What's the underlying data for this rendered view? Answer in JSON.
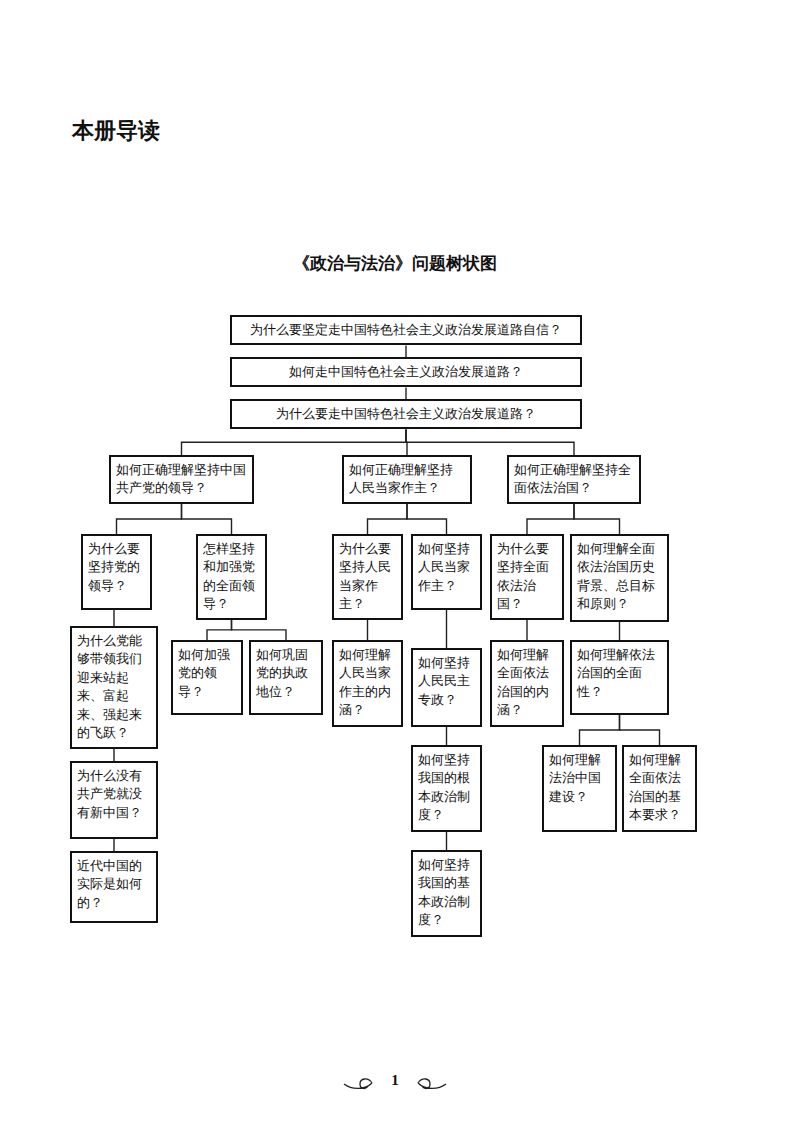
{
  "diagram": {
    "title": "《政治与法治》问题树状图",
    "nodes": [
      {
        "text": [
          "为什么要坚定走中国特色社会主义政治发展道路自信？"
        ]
      },
      {
        "text": [
          "如何走中国特色社会主义政治发展道路？"
        ]
      },
      {
        "text": [
          "为什么要走中国特色社会主义政治发展道路？"
        ]
      },
      {
        "text": [
          "如何正确理解坚持中国共产党的领导？"
        ]
      },
      {
        "text": [
          "如何正确理解坚持人民当家作主？"
        ]
      },
      {
        "text": [
          "如何正确理解坚持全面依法治国？"
        ]
      },
      {
        "text": [
          "为什么要坚持党的领导？"
        ]
      },
      {
        "text": [
          "怎样坚持和加强党的全面领导？"
        ]
      },
      {
        "text": [
          "为什么要坚持人民当家作主？"
        ]
      },
      {
        "text": [
          "如何坚持人民当家作主？"
        ]
      },
      {
        "text": [
          "为什么要坚持全面依法治国？"
        ]
      },
      {
        "text": [
          "如何理解全面依法治国历史背景、总目标和原则？"
        ]
      },
      {
        "text": [
          "为什么党能够带领我们迎来站起来、富起来、强起来的飞跃？"
        ]
      },
      {
        "text": [
          "如何加强党的领导？"
        ]
      },
      {
        "text": [
          "如何巩固党的执政地位？"
        ]
      },
      {
        "text": [
          "如何理解人民当家作主的内涵？"
        ]
      },
      {
        "text": [
          "如何坚持人民民主专政？"
        ]
      },
      {
        "text": [
          "如何理解全面依法治国的内涵？"
        ]
      },
      {
        "text": [
          "如何理解依法治国的全面性？"
        ]
      },
      {
        "text": [
          "为什么没有共产党就没有新中国？"
        ]
      },
      {
        "text": [
          "如何坚持我国的根本政治制度？"
        ]
      },
      {
        "text": [
          "如何理解法治中国建设？"
        ]
      },
      {
        "text": [
          "如何理解全面依法治国的基本要求？"
        ]
      },
      {
        "text": [
          "近代中国的实际是如何的？"
        ]
      },
      {
        "text": [
          "如何坚持我国的基本政治制度？"
        ]
      }
    ],
    "edges": [
      {
        "from": 0,
        "to": 1,
        "arrow": "none"
      },
      {
        "from": 1,
        "to": 2,
        "arrow": "none"
      },
      {
        "from": 2,
        "to": 3,
        "arrow": "none"
      },
      {
        "from": 2,
        "to": 4,
        "arrow": "none"
      },
      {
        "from": 2,
        "to": 5,
        "arrow": "none"
      },
      {
        "from": 3,
        "to": 6,
        "arrow": "none"
      },
      {
        "from": 3,
        "to": 7,
        "arrow": "none"
      },
      {
        "from": 4,
        "to": 8,
        "arrow": "none"
      },
      {
        "from": 4,
        "to": 9,
        "arrow": "none"
      },
      {
        "from": 5,
        "to": 10,
        "arrow": "none"
      },
      {
        "from": 5,
        "to": 11,
        "arrow": "none"
      },
      {
        "from": 6,
        "to": 12,
        "arrow": "none"
      },
      {
        "from": 7,
        "to": 13,
        "arrow": "none"
      },
      {
        "from": 7,
        "to": 14,
        "arrow": "none"
      },
      {
        "from": 8,
        "to": 15,
        "arrow": "none"
      },
      {
        "from": 9,
        "to": 16,
        "arrow": "none"
      },
      {
        "from": 10,
        "to": 17,
        "arrow": "none"
      },
      {
        "from": 11,
        "to": 18,
        "arrow": "none"
      },
      {
        "from": 12,
        "to": 19,
        "arrow": "none"
      },
      {
        "from": 16,
        "to": 20,
        "arrow": "none"
      },
      {
        "from": 18,
        "to": 21,
        "arrow": "none"
      },
      {
        "from": 18,
        "to": 22,
        "arrow": "none"
      },
      {
        "from": 19,
        "to": 23,
        "arrow": "none"
      },
      {
        "from": 20,
        "to": 24,
        "arrow": "none"
      }
    ],
    "labels": [
      "本册导读",
      "1"
    ]
  }
}
